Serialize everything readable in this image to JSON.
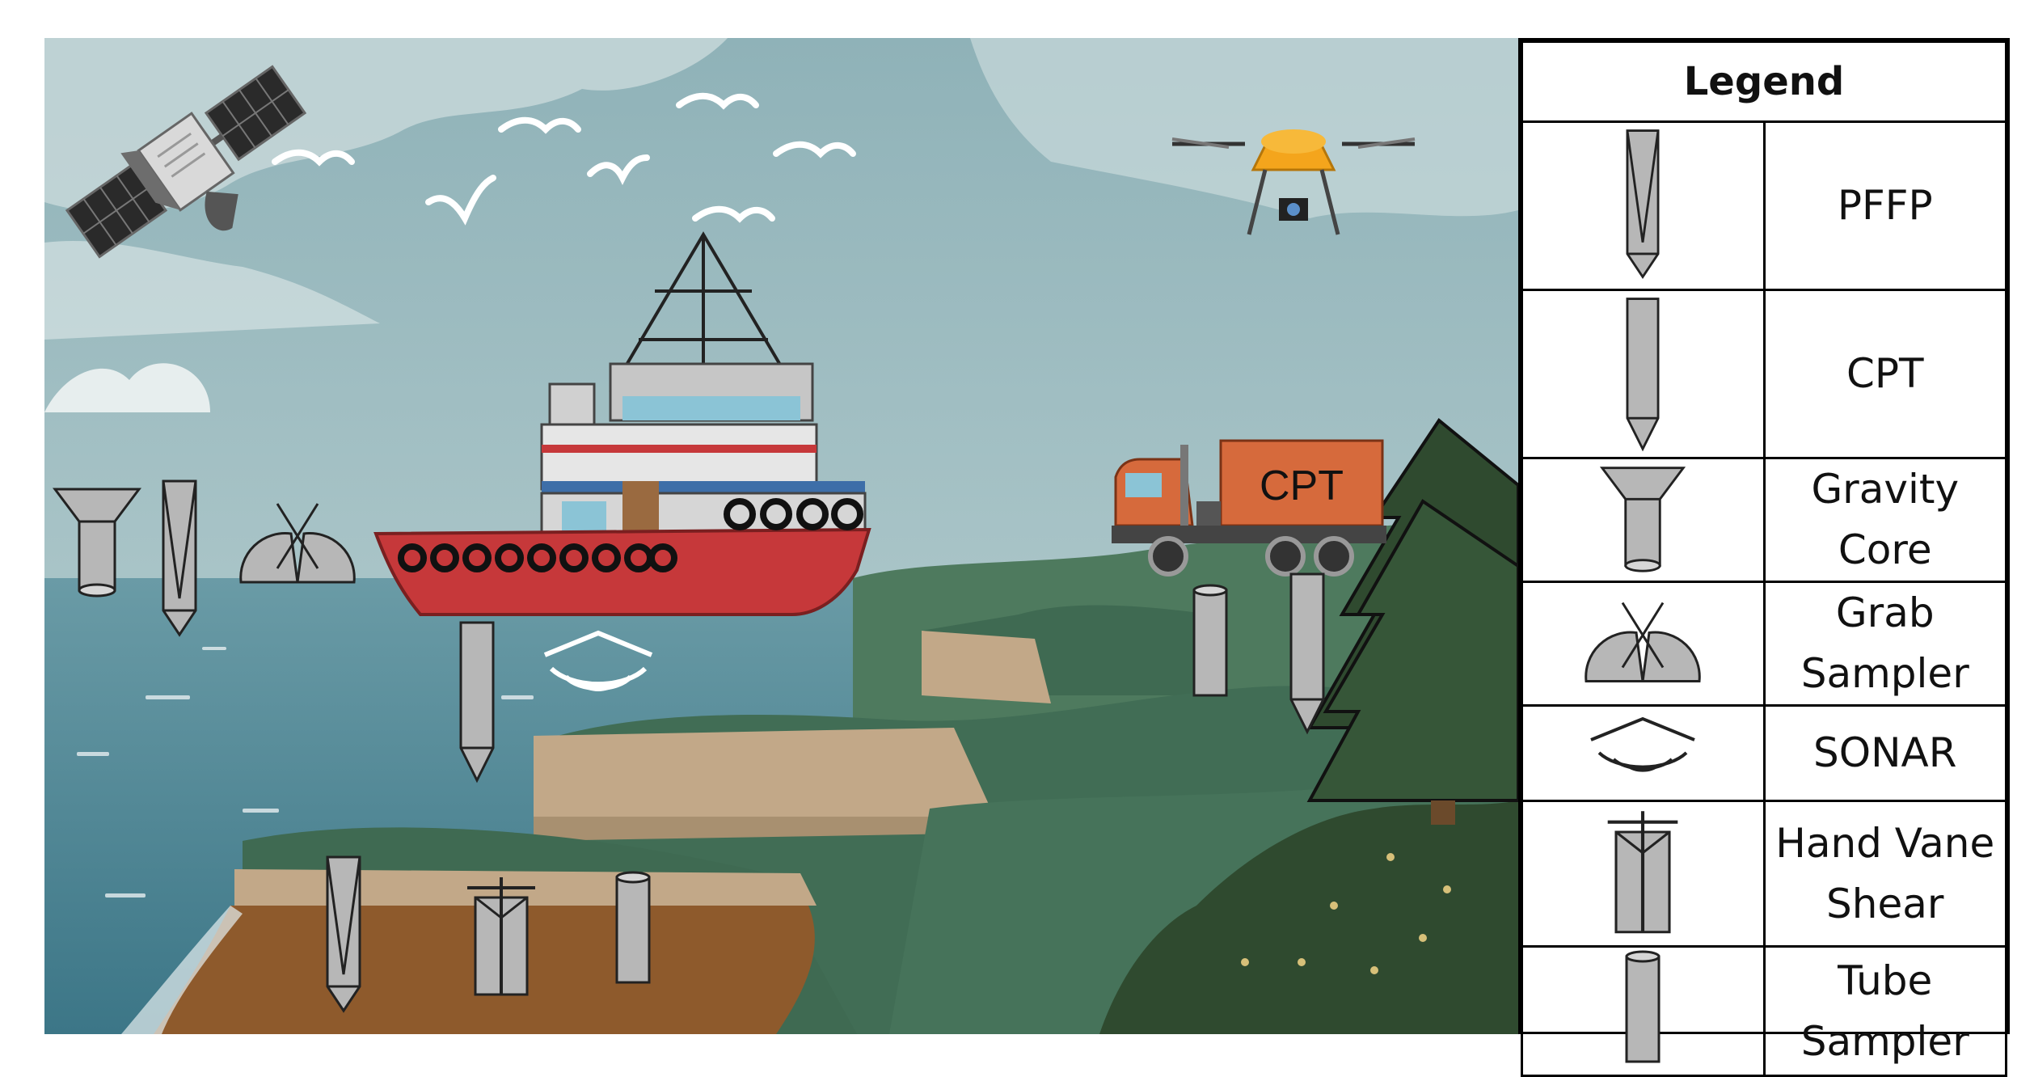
{
  "legend": {
    "title": "Legend",
    "items": [
      {
        "id": "pffp",
        "label": "PFFP",
        "icon": "pffp-icon"
      },
      {
        "id": "cpt",
        "label": "CPT",
        "icon": "cpt-icon"
      },
      {
        "id": "gravity-core",
        "label": "Gravity Core",
        "icon": "gravity-core-icon"
      },
      {
        "id": "grab-sampler",
        "label": "Grab Sampler",
        "icon": "grab-sampler-icon"
      },
      {
        "id": "sonar",
        "label": "SONAR",
        "icon": "sonar-icon"
      },
      {
        "id": "hand-vane-shear",
        "label": "Hand Vane Shear",
        "icon": "hand-vane-shear-icon"
      },
      {
        "id": "tube-sampler",
        "label": "Tube Sampler",
        "icon": "tube-sampler-icon"
      }
    ]
  },
  "truck": {
    "label": "CPT"
  },
  "colors": {
    "sky": "#a6c3c8",
    "sea": "#4c8797",
    "grass": "#3f6a52",
    "cliff": "#c2a888",
    "mud": "#8e5a2c",
    "ship_hull": "#c6383a",
    "truck_body": "#d66a3c",
    "drone": "#f4a51c",
    "tool_fill": "#b7b7b7",
    "tree": "#2f4a2f"
  }
}
